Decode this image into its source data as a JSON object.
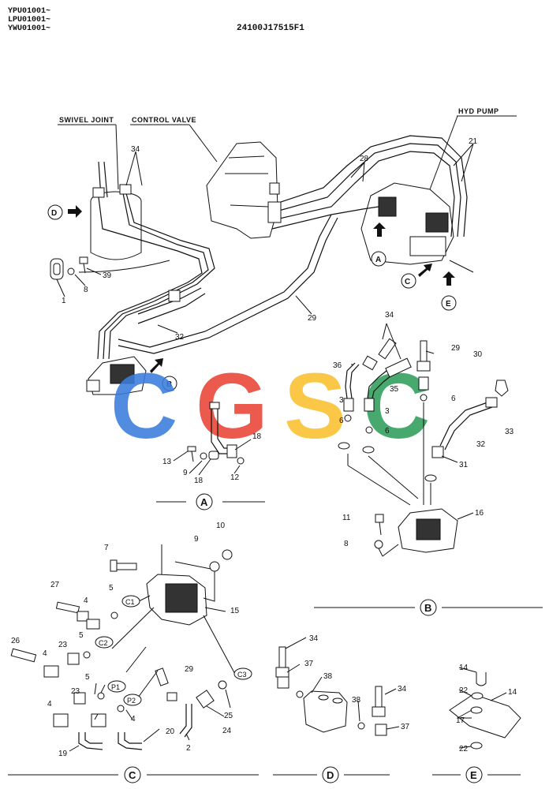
{
  "header": {
    "serial_lines": [
      "YPU01001~",
      "LPU01001~",
      "YWU01001~"
    ],
    "drawing_no": "24100J17515F1"
  },
  "callouts": {
    "swivel_joint": "SWIVEL JOINT",
    "control_valve": "CONTROL VALVE",
    "hyd_pump": "HYD PUMP"
  },
  "view_markers": [
    "A",
    "B",
    "C",
    "D",
    "E"
  ],
  "watermark": {
    "letters": [
      "C",
      "G",
      "S",
      "C"
    ],
    "colors": [
      "#3b7ddd",
      "#ea4335",
      "#fbc02d",
      "#2e9e5b"
    ]
  },
  "detail_sections": [
    {
      "letter": "A"
    },
    {
      "letter": "B"
    },
    {
      "letter": "C"
    },
    {
      "letter": "D"
    },
    {
      "letter": "E"
    }
  ],
  "port_labels": [
    "C1",
    "C2",
    "C3",
    "P1",
    "P2"
  ],
  "part_numbers": {
    "main": [
      "34",
      "28",
      "21",
      "39",
      "8",
      "1",
      "29",
      "32"
    ],
    "viewA": [
      "18",
      "13",
      "9",
      "18",
      "12"
    ],
    "viewB": [
      "34",
      "29",
      "36",
      "30",
      "35",
      "6",
      "3",
      "3",
      "6",
      "6",
      "32",
      "33",
      "31",
      "16",
      "11",
      "8"
    ],
    "viewC": [
      "10",
      "9",
      "7",
      "27",
      "5",
      "4",
      "15",
      "26",
      "23",
      "5",
      "4",
      "5",
      "23",
      "29",
      "4",
      "4",
      "24",
      "25",
      "2",
      "20",
      "19"
    ],
    "viewD": [
      "34",
      "37",
      "38",
      "38",
      "34",
      "37"
    ],
    "viewE": [
      "14",
      "22",
      "14",
      "17",
      "22"
    ]
  }
}
